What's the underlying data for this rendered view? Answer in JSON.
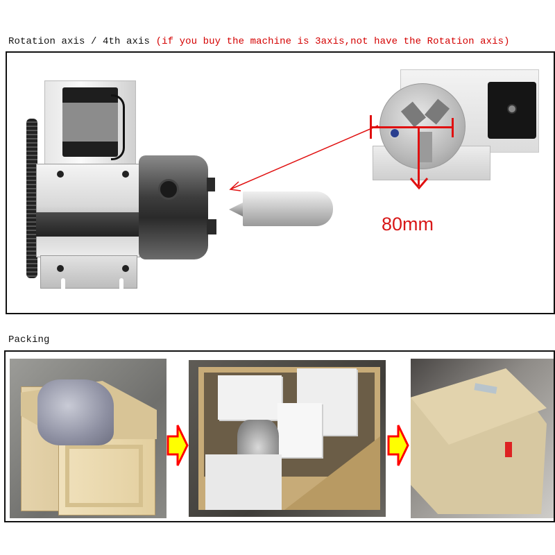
{
  "sections": {
    "rotation": {
      "title": "Rotation axis / 4th axis",
      "note": "(if you buy the machine is 3axis,not have the Rotation axis)",
      "dimension_label": "80mm",
      "images": [
        {
          "name": "rotation-axis-belt-driven",
          "description": "4th axis rotary unit with stepper motor, belt drive and 3-jaw chuck, with tailstock center"
        },
        {
          "name": "rotation-axis-direct-drive",
          "description": "Rotary unit with 3-jaw chuck and stepper motor, chuck diameter marked"
        }
      ]
    },
    "packing": {
      "title": "Packing",
      "steps": [
        {
          "name": "crate-open",
          "description": "Open wooden crate with machine wrapped in bubble film"
        },
        {
          "name": "crate-foam",
          "description": "Machine secured with white foam blocks inside crate"
        },
        {
          "name": "crate-closed",
          "description": "Closed sealed wooden crate"
        }
      ]
    }
  },
  "colors": {
    "note_red": "#d40000",
    "arrow_fill": "#ffff00",
    "arrow_outline": "#ff0000",
    "frame_border": "#111111"
  }
}
